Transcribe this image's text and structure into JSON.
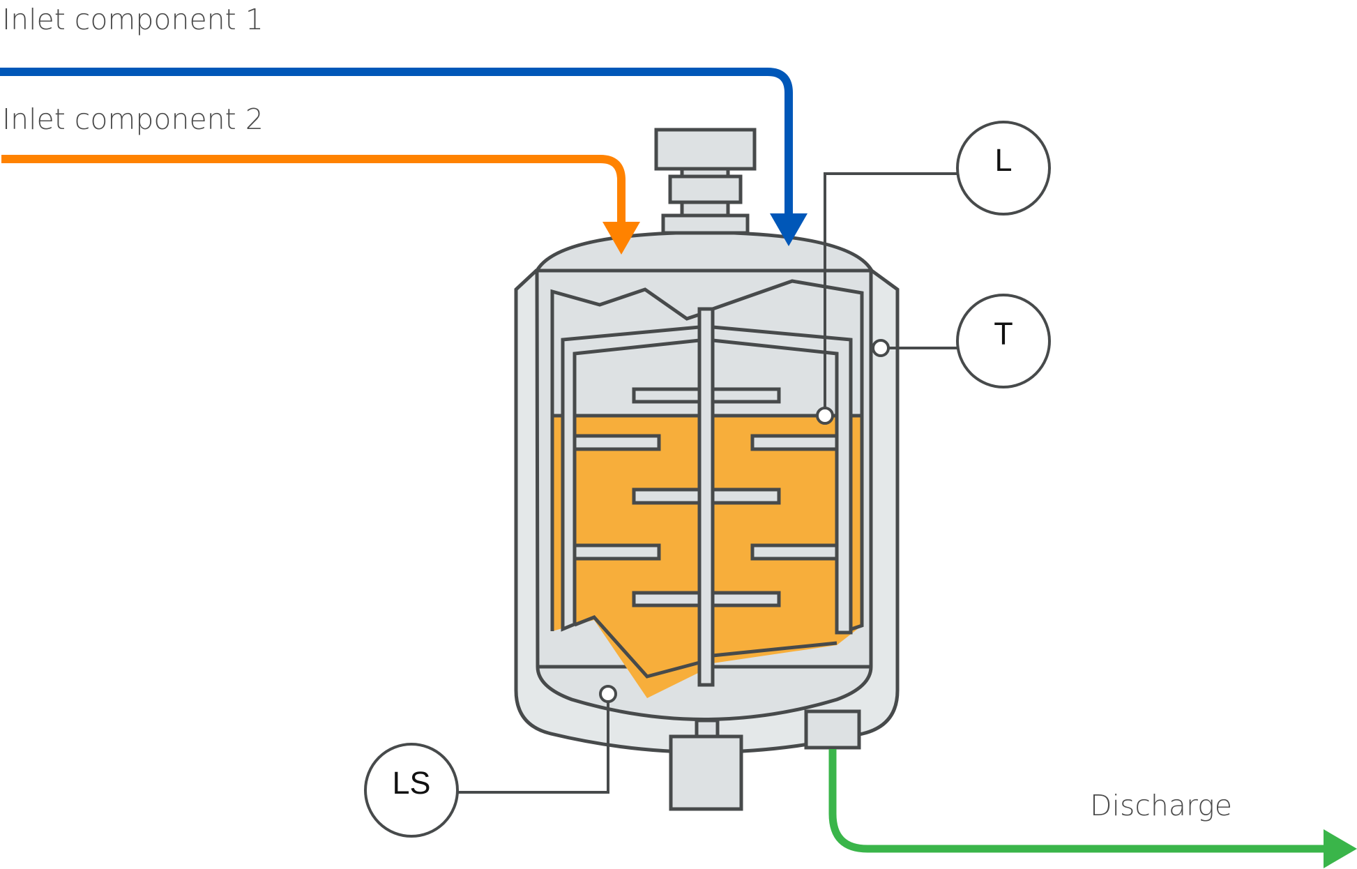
{
  "title": "Stirred tank reactor process schematic",
  "labels": {
    "inlet1": "Inlet component 1",
    "inlet2": "Inlet component 2",
    "discharge": "Discharge"
  },
  "sensors": {
    "level": "L",
    "temperature": "T",
    "level_switch": "LS"
  },
  "colors": {
    "inlet1_pipe": "#0057b8",
    "inlet2_pipe": "#ff8200",
    "discharge_pipe": "#3ab54a",
    "liquid": "#f7ae3b",
    "vessel_fill": "#dde1e3",
    "jacket_fill": "#e4e8e9",
    "outline": "#474a4b"
  }
}
